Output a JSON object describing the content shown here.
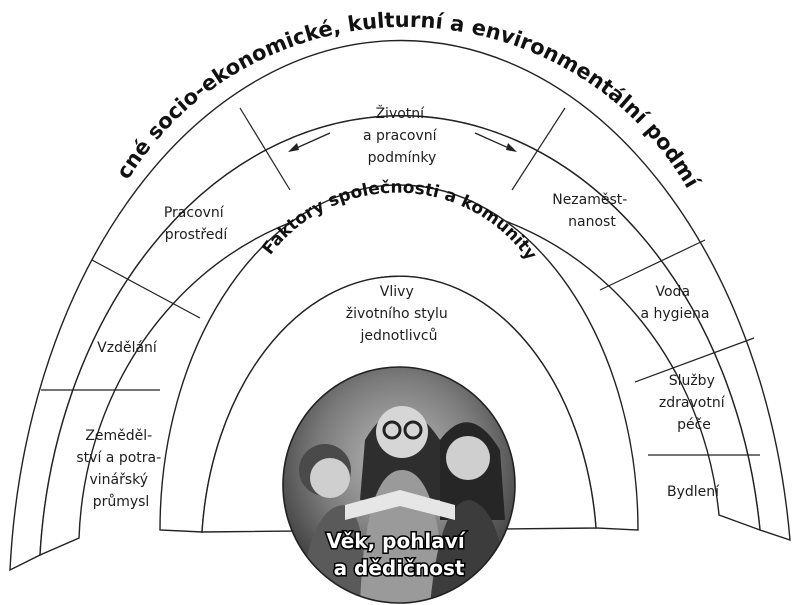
{
  "outer_ring": {
    "label": "Obecné socio-ekonomické, kulturní a environmentální podmínky"
  },
  "middle_ring": {
    "segments": {
      "top": [
        "Životní",
        "a pracovní",
        "podmínky"
      ],
      "pracovni": [
        "Pracovní",
        "prostředí"
      ],
      "vzdelani": [
        "Vzdělání"
      ],
      "zemedelstvi": [
        "Zeměděl-",
        "ství a potra-",
        "vinářský",
        "průmysl"
      ],
      "nezamestnanost": [
        "Nezaměst-",
        "nanost"
      ],
      "voda": [
        "Voda",
        "a hygiena"
      ],
      "sluzby": [
        "Služby",
        "zdravotní",
        "péče"
      ],
      "bydleni": [
        "Bydlení"
      ]
    }
  },
  "inner_ring": {
    "label": "Faktory společnosti a komunity"
  },
  "lifestyle": {
    "lines": [
      "Vlivy",
      "životního stylu",
      "jednotlivců"
    ]
  },
  "center": {
    "lines": [
      "Věk, pohlaví",
      "a dědičnost"
    ]
  },
  "colors": {
    "line": "#222222",
    "fill": "#ffffff",
    "photo_dark": "#3a3a3a",
    "photo_light": "#d8d8d8"
  }
}
